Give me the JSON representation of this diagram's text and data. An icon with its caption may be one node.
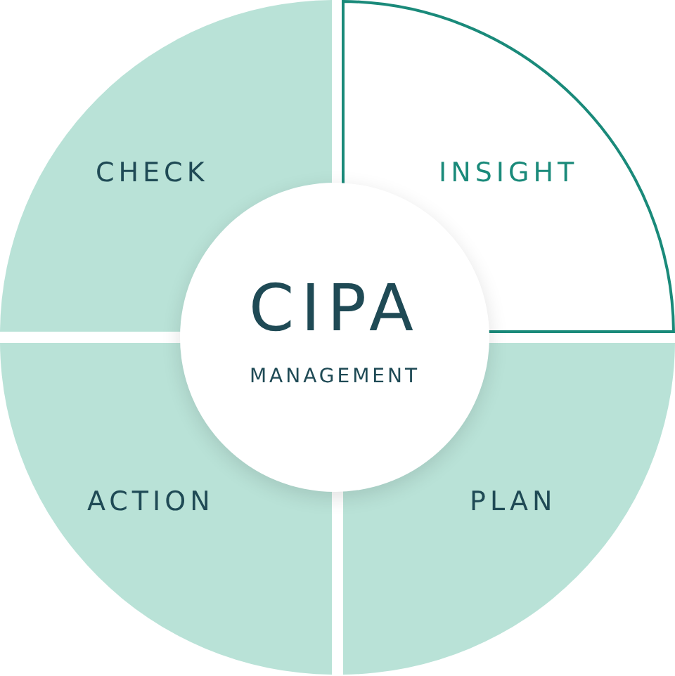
{
  "diagram": {
    "nodes": [
      {
        "text": [
          "CHECK"
        ]
      },
      {
        "text": [
          "INSIGHT"
        ]
      },
      {
        "text": [
          "CIPA",
          "MANAGEMENT"
        ]
      },
      {
        "text": [
          "ACTION"
        ]
      },
      {
        "text": [
          "PLAN"
        ]
      }
    ]
  }
}
